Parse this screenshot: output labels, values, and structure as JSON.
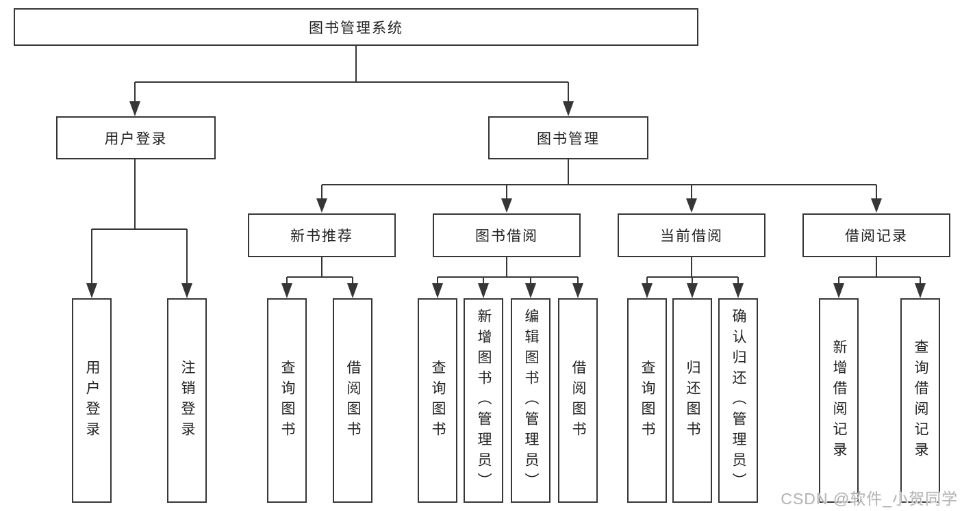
{
  "tree": {
    "label": "图书管理系统",
    "children": [
      {
        "label": "用户登录",
        "children": [
          {
            "label": "用户登录"
          },
          {
            "label": "注销登录"
          }
        ]
      },
      {
        "label": "图书管理",
        "children": [
          {
            "label": "新书推荐",
            "children": [
              {
                "label": "查询图书"
              },
              {
                "label": "借阅图书"
              }
            ]
          },
          {
            "label": "图书借阅",
            "children": [
              {
                "label": "查询图书"
              },
              {
                "label": "新增图书（管理员）"
              },
              {
                "label": "编辑图书（管理员）"
              },
              {
                "label": "借阅图书"
              }
            ]
          },
          {
            "label": "当前借阅",
            "children": [
              {
                "label": "查询图书"
              },
              {
                "label": "归还图书"
              },
              {
                "label": "确认归还（管理员）"
              }
            ]
          },
          {
            "label": "借阅记录",
            "children": [
              {
                "label": "新增借阅记录"
              },
              {
                "label": "查询借阅记录"
              }
            ]
          }
        ]
      }
    ]
  },
  "watermark": "CSDN @软件_小贺同学",
  "colors": {
    "line": "#363636",
    "text": "#222222",
    "background": "#ffffff",
    "watermark": "#b3b3b3"
  }
}
